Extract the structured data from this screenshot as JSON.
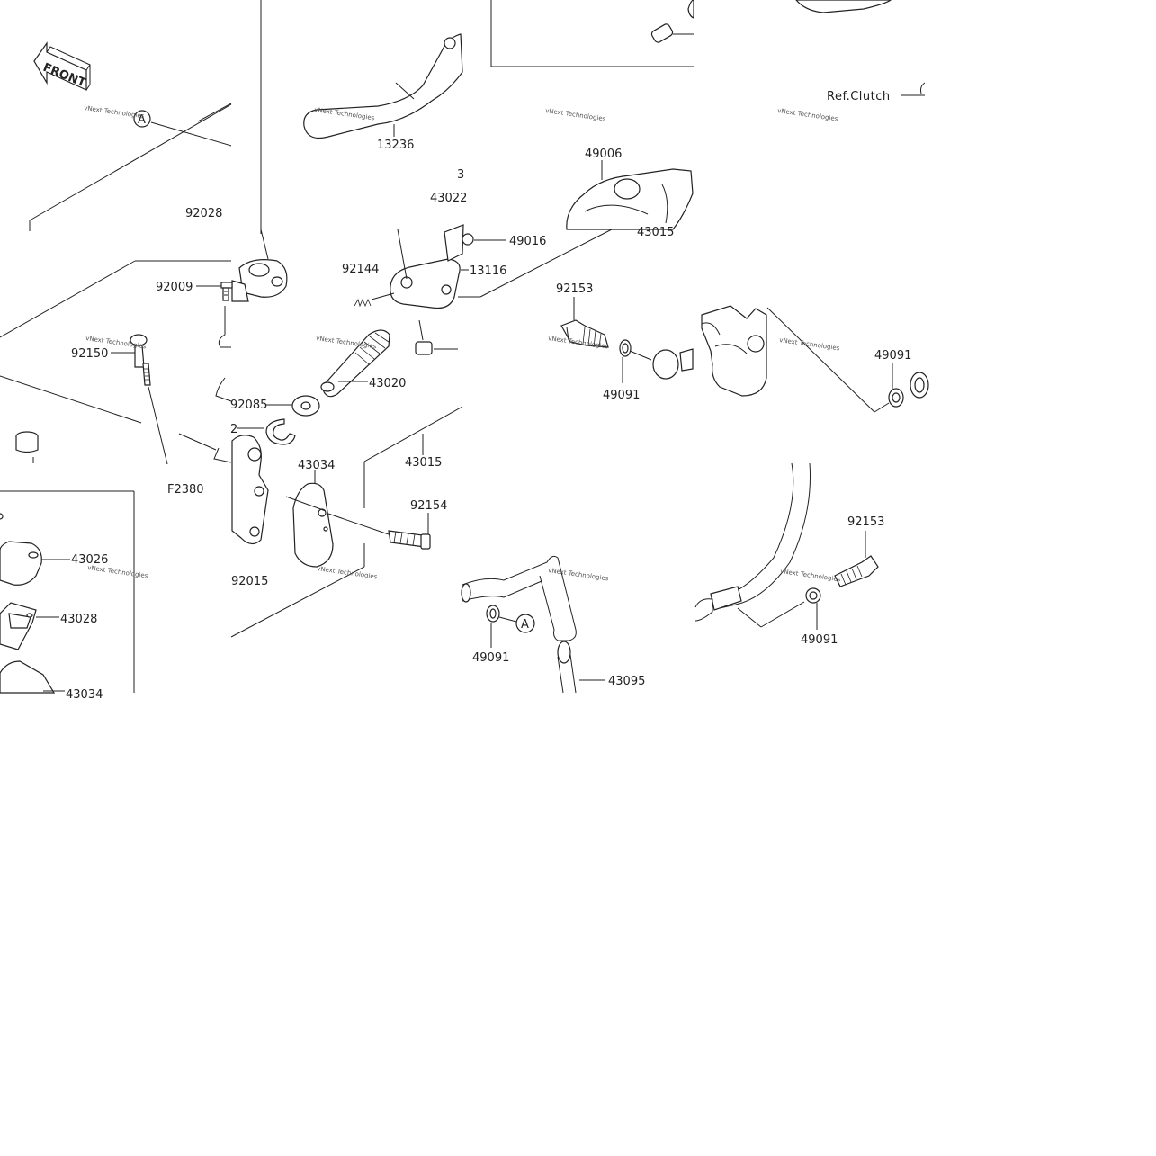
{
  "front_label": "FRONT",
  "ref_clutch": "Ref.Clutch",
  "marker_a": "A",
  "diagram_code": "F2380",
  "watermark": "vNext Technologies",
  "parts": {
    "p13236": "13236",
    "p49006": "49006",
    "p43022": "43022",
    "p3_fragment": "3",
    "p43015_top": "43015",
    "p49016": "49016",
    "p13116": "13116",
    "p92144": "92144",
    "p92028": "92028",
    "p92009": "92009",
    "p92150": "92150",
    "p43020": "43020",
    "p92085": "92085",
    "p2_fragment": "2",
    "p43034_mid": "43034",
    "p43015_mid": "43015",
    "p92154": "92154",
    "p92015": "92015",
    "p43026": "43026",
    "p43028": "43028",
    "p43034_bottom": "43034",
    "p92153_a": "92153",
    "p49091_a": "49091",
    "p49091_b": "49091",
    "p49091_c": "49091",
    "p43095": "43095",
    "p92153_b": "92153",
    "p49091_d": "49091"
  }
}
